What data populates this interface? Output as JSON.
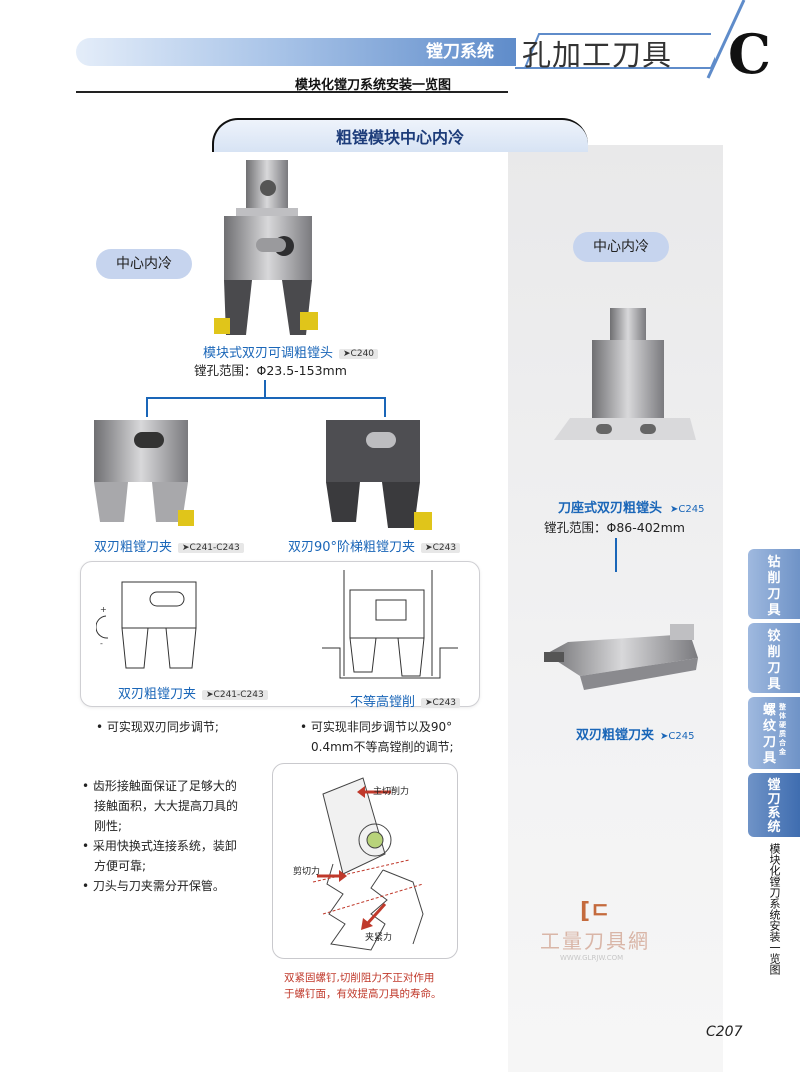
{
  "header": {
    "system": "镗刀系统",
    "category": "孔加工刀具",
    "letter": "C",
    "subtitle": "模块化镗刀系统安装一览图"
  },
  "section_title": "粗镗模块中心内冷",
  "left_pill": "中心内冷",
  "right_pill": "中心内冷",
  "main_head": {
    "name": "模块式双刃可调粗镗头",
    "ref": "➤C240",
    "range": "镗孔范围：Φ23.5-153mm"
  },
  "clamp_left": {
    "name": "双刃粗镗刀夹",
    "ref": "➤C241-C243"
  },
  "clamp_right": {
    "name": "双刃90°阶梯粗镗刀夹",
    "ref": "➤C243"
  },
  "detail_left": {
    "name": "双刃粗镗刀夹",
    "ref": "➤C241-C243"
  },
  "detail_right": {
    "name": "不等高镗削",
    "ref": "➤C243"
  },
  "note_left": "可实现双刃同步调节;",
  "note_right_1": "可实现非同步调节以及90°",
  "note_right_2": "0.4mm不等高镗削的调节;",
  "features": [
    "齿形接触面保证了足够大的",
    "接触面积，大大提高刀具的",
    "刚性;",
    "采用快换式连接系统，装卸",
    "方便可靠;",
    "刀头与刀夹需分开保管。"
  ],
  "force_labels": {
    "main": "主切削力",
    "shear": "剪切力",
    "clamp": "夹紧力"
  },
  "force_caption_1": "双紧固螺钉,切削阻力不正对作用",
  "force_caption_2": "于螺钉面，有效提高刀具的寿命。",
  "right_head": {
    "name": "刀座式双刃粗镗头",
    "ref": "➤C245",
    "range": "镗孔范围：Φ86-402mm"
  },
  "right_clamp": {
    "name": "双刃粗镗刀夹",
    "ref": "➤C245"
  },
  "side_tabs": [
    {
      "label": "钻削刀具"
    },
    {
      "label": "铰削刀具"
    },
    {
      "label": "螺纹刀具",
      "small": "整体硬质合金"
    },
    {
      "label": "镗刀系统"
    }
  ],
  "side_vertical": "模块化镗刀系统安装一览图",
  "watermark": {
    "logo": "[ㄷ",
    "text": "工量刀具網",
    "url": "WWW.GLRJW.COM"
  },
  "page_number": "C207",
  "colors": {
    "accent_blue": "#1a66b8",
    "header_blue": "#5f8cca",
    "tab_blue": "#6f93c7",
    "caption_red": "#c0392b"
  }
}
